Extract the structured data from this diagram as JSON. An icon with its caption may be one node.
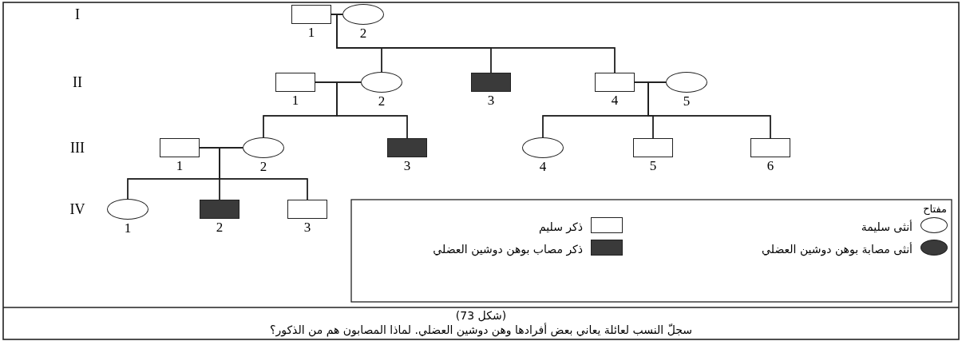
{
  "diagram": {
    "caption": "سجلّ النسب لعائلة يعاني بعض أفرادها وهن دوشين العضلي. لماذا المصابون هم من الذكور؟",
    "nodes": [
      {
        "text": [],
        "shape": "box",
        "beside": [
          "1"
        ]
      },
      {
        "text": [],
        "shape": "circle",
        "beside": [
          "2"
        ]
      },
      {
        "text": [],
        "shape": "box",
        "beside": [
          "1"
        ]
      },
      {
        "text": [],
        "shape": "circle",
        "beside": [
          "2"
        ]
      },
      {
        "text": [],
        "shape": "block",
        "beside": [
          "3"
        ]
      },
      {
        "text": [],
        "shape": "box",
        "beside": [
          "4"
        ]
      },
      {
        "text": [],
        "shape": "circle",
        "beside": [
          "5"
        ]
      },
      {
        "text": [],
        "shape": "box",
        "beside": [
          "1"
        ]
      },
      {
        "text": [],
        "shape": "circle",
        "beside": [
          "2"
        ]
      },
      {
        "text": [],
        "shape": "block",
        "beside": [
          "3"
        ]
      },
      {
        "text": [],
        "shape": "circle",
        "beside": [
          "4"
        ]
      },
      {
        "text": [],
        "shape": "box",
        "beside": [
          "5"
        ]
      },
      {
        "text": [],
        "shape": "box",
        "beside": [
          "6"
        ]
      },
      {
        "text": [],
        "shape": "circle",
        "beside": [
          "1"
        ]
      },
      {
        "text": [],
        "shape": "block",
        "beside": [
          "2"
        ]
      },
      {
        "text": [],
        "shape": "box",
        "beside": [
          "3"
        ]
      }
    ],
    "edges": [
      {
        "from": 0,
        "to": 1,
        "arrow": "none"
      },
      {
        "from": 0,
        "to": 3,
        "arrow": "none"
      },
      {
        "from": 1,
        "to": 3,
        "arrow": "none"
      },
      {
        "from": 0,
        "to": 4,
        "arrow": "none"
      },
      {
        "from": 1,
        "to": 4,
        "arrow": "none"
      },
      {
        "from": 0,
        "to": 5,
        "arrow": "none"
      },
      {
        "from": 1,
        "to": 5,
        "arrow": "none"
      },
      {
        "from": 2,
        "to": 3,
        "arrow": "none"
      },
      {
        "from": 2,
        "to": 8,
        "arrow": "none"
      },
      {
        "from": 3,
        "to": 8,
        "arrow": "none"
      },
      {
        "from": 2,
        "to": 9,
        "arrow": "none"
      },
      {
        "from": 3,
        "to": 9,
        "arrow": "none"
      },
      {
        "from": 5,
        "to": 6,
        "arrow": "none"
      },
      {
        "from": 5,
        "to": 10,
        "arrow": "none"
      },
      {
        "from": 6,
        "to": 10,
        "arrow": "none"
      },
      {
        "from": 5,
        "to": 11,
        "arrow": "none"
      },
      {
        "from": 6,
        "to": 11,
        "arrow": "none"
      },
      {
        "from": 5,
        "to": 12,
        "arrow": "none"
      },
      {
        "from": 6,
        "to": 12,
        "arrow": "none"
      },
      {
        "from": 7,
        "to": 8,
        "arrow": "none"
      },
      {
        "from": 7,
        "to": 13,
        "arrow": "none"
      },
      {
        "from": 8,
        "to": 13,
        "arrow": "none"
      },
      {
        "from": 7,
        "to": 14,
        "arrow": "none"
      },
      {
        "from": 8,
        "to": 14,
        "arrow": "none"
      },
      {
        "from": 7,
        "to": 15,
        "arrow": "none"
      },
      {
        "from": 8,
        "to": 15,
        "arrow": "none"
      }
    ],
    "labels": [
      "I",
      "II",
      "III",
      "IV",
      "مفتاح",
      "(شكل 73)"
    ],
    "legend": [
      {
        "text": "أنثى سليمة"
      },
      {
        "text": "ذكر سليم"
      },
      {
        "text": "أنثى مصابة بوهن دوشين العضلي"
      },
      {
        "text": "ذكر مصاب بوهن دوشين العضلي"
      }
    ]
  }
}
